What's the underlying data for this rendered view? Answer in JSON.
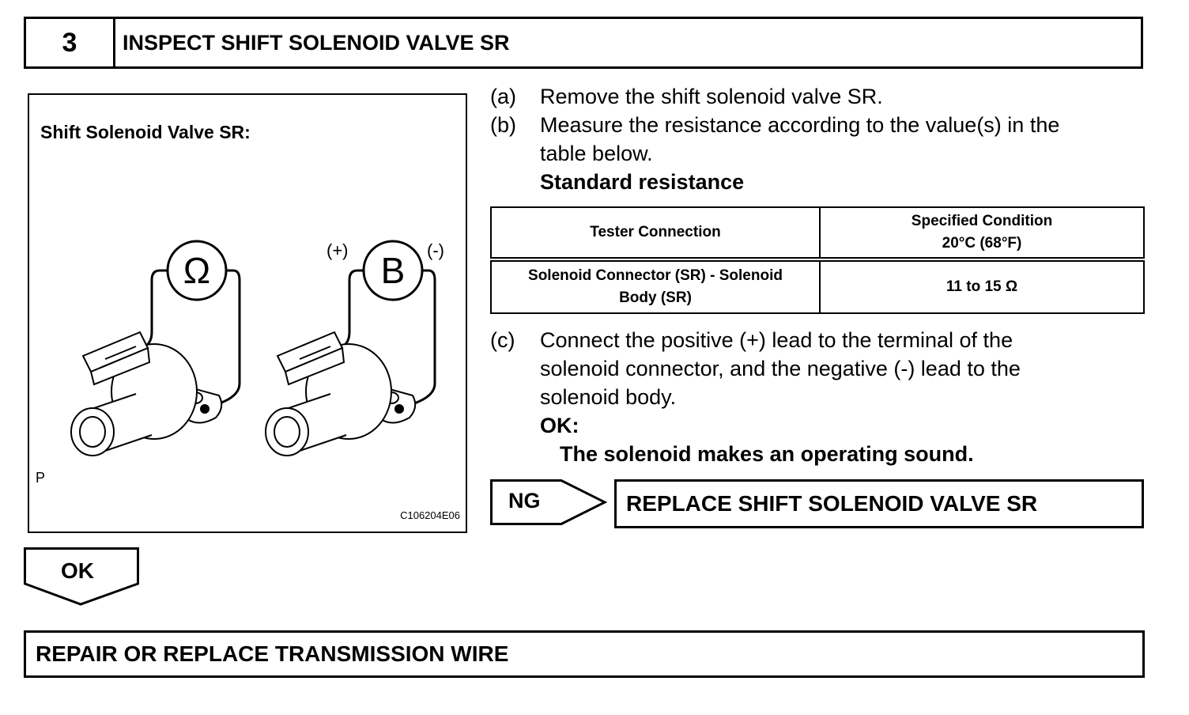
{
  "header": {
    "step_number": "3",
    "title": "INSPECT SHIFT SOLENOID VALVE SR"
  },
  "figure": {
    "title": "Shift Solenoid Valve SR:",
    "ohm_meter_symbol": "Ω",
    "battery_symbol": "B",
    "positive_label": "(+)",
    "negative_label": "(-)",
    "corner_letter": "P",
    "figure_code": "C106204E06"
  },
  "procedure": {
    "a": {
      "label": "(a)",
      "text": "Remove the shift solenoid valve SR."
    },
    "b": {
      "label": "(b)",
      "line1": "Measure the resistance according to the value(s) in the",
      "line2": "table below.",
      "standard_heading": "Standard resistance"
    },
    "c": {
      "label": "(c)",
      "line1": "Connect the positive (+) lead to the terminal of the",
      "line2": "solenoid connector, and the negative (-) lead to the",
      "line3": "solenoid body.",
      "ok_heading": "OK:",
      "ok_result": "The solenoid makes an operating sound."
    }
  },
  "spec_table": {
    "header": {
      "col1": "Tester Connection",
      "col2_line1": "Specified Condition",
      "col2_line2": "20°C (68°F)"
    },
    "row": {
      "connection_line1": "Solenoid Connector (SR) - Solenoid",
      "connection_line2": "Body (SR)",
      "condition": "11 to 15 Ω"
    }
  },
  "ng_branch": {
    "label": "NG",
    "action": "REPLACE SHIFT SOLENOID VALVE SR"
  },
  "ok_branch": {
    "label": "OK",
    "action": "REPAIR OR REPLACE TRANSMISSION WIRE"
  }
}
